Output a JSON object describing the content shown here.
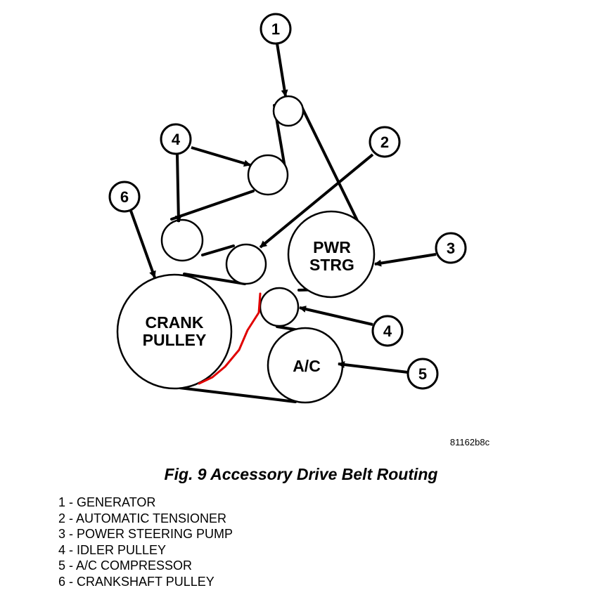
{
  "figure": {
    "code": "81162b8c",
    "caption": "Fig. 9 Accessory Drive Belt Routing"
  },
  "pulleys": {
    "crank": {
      "line1": "CRANK",
      "line2": "PULLEY"
    },
    "power_steering": {
      "line1": "PWR",
      "line2": "STRG"
    },
    "ac": {
      "line1": "A/C"
    }
  },
  "callouts": [
    "1",
    "2",
    "3",
    "4",
    "4",
    "5",
    "6"
  ],
  "legend": [
    "1 - GENERATOR",
    "2 - AUTOMATIC TENSIONER",
    "3 - POWER STEERING PUMP",
    "4 - IDLER PULLEY",
    "5 - A/C COMPRESSOR",
    "6 - CRANKSHAFT PULLEY"
  ],
  "colors": {
    "ink": "#000000",
    "annotation": "#e00000",
    "background": "#ffffff"
  }
}
